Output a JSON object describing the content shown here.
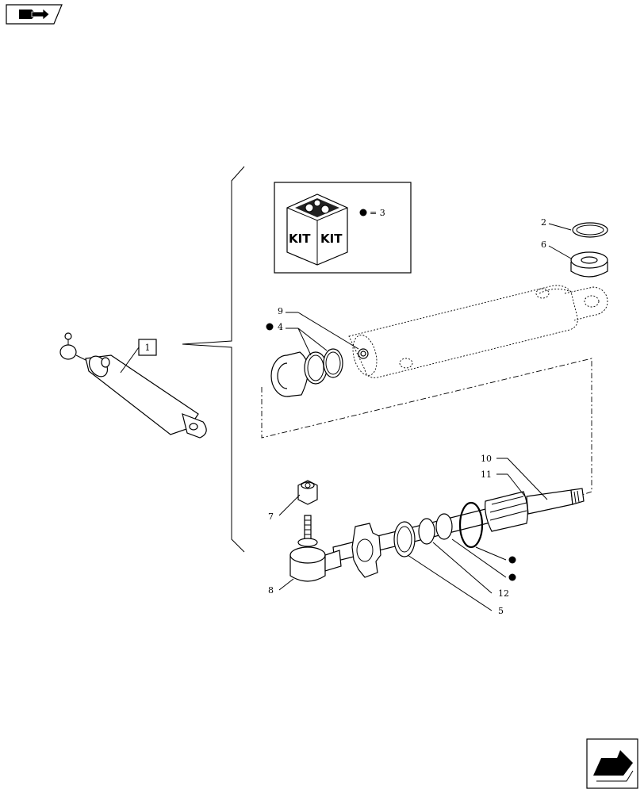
{
  "callouts": {
    "c1": "1",
    "c2": "2",
    "c3": "3",
    "c4": "4",
    "c5": "5",
    "c6": "6",
    "c7": "7",
    "c8": "8",
    "c9": "9",
    "c10": "10",
    "c11": "11",
    "c12": "12"
  },
  "kit_box": {
    "kit_label_left": "KIT",
    "kit_label_right": "KIT",
    "legend_equals": "= 3"
  },
  "icons": {
    "top_left": "book-arrow-icon",
    "bottom_right": "next-page-arrow-icon"
  }
}
